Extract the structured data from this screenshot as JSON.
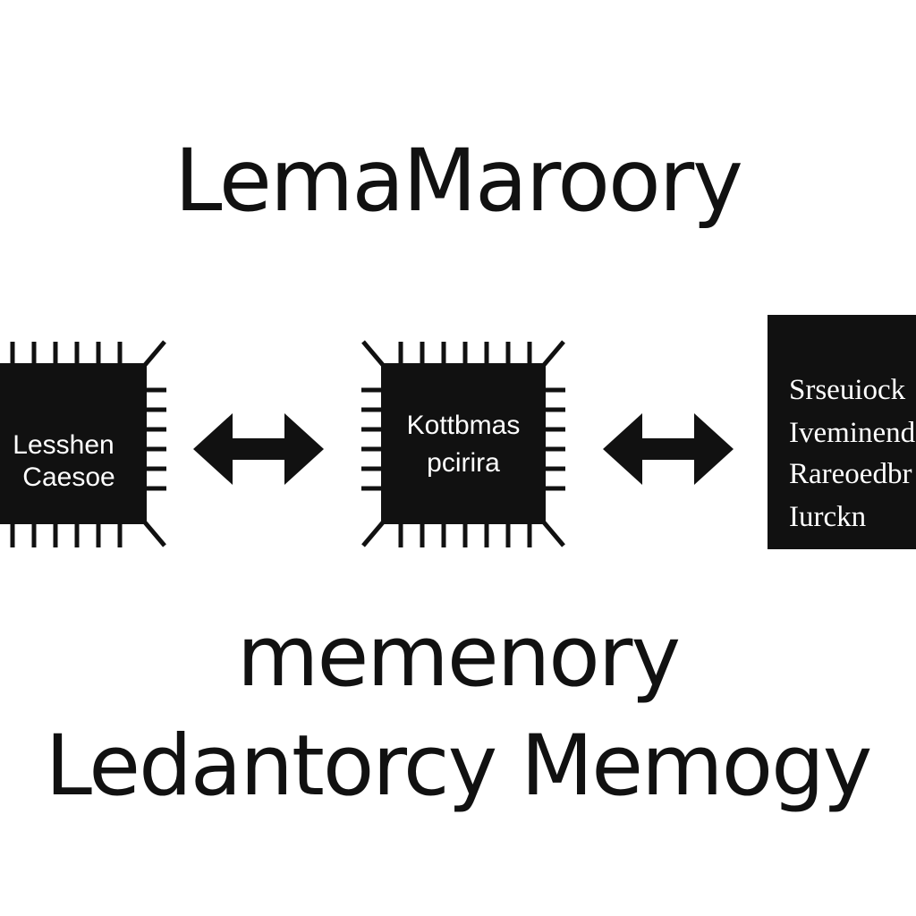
{
  "diagram": {
    "title": "LemaMaroory",
    "nodes": [
      {
        "id": "chip-left",
        "lines": [
          "Lesshen",
          "Caesoe"
        ]
      },
      {
        "id": "chip-middle",
        "lines": [
          "Kottbmas",
          "pcirira"
        ]
      },
      {
        "id": "text-box",
        "lines": [
          "Srseuiock",
          "Iveminend",
          "Rareoedbr",
          "Iurckn"
        ]
      }
    ],
    "edges": [
      {
        "from": "chip-left",
        "to": "chip-middle",
        "type": "bidirectional"
      },
      {
        "from": "chip-middle",
        "to": "text-box",
        "type": "bidirectional"
      }
    ],
    "footer": {
      "line1": "memenory",
      "line2": "Ledantorcy Memogy"
    }
  },
  "colors": {
    "ink": "#111111",
    "background": "#ffffff",
    "node_text": "#ffffff"
  }
}
